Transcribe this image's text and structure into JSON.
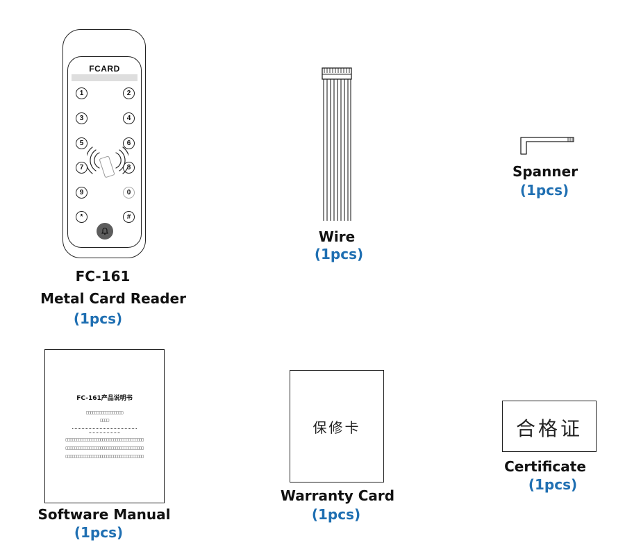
{
  "items": [
    {
      "model": "FC-161",
      "name": "Metal Card Reader",
      "qty": "(1pcs)"
    },
    {
      "name": "Wire",
      "qty": "(1pcs)"
    },
    {
      "name": "Spanner",
      "qty": "(1pcs)"
    },
    {
      "name": "Software Manual",
      "qty": "(1pcs)"
    },
    {
      "name": "Warranty Card",
      "qty": "(1pcs)"
    },
    {
      "name": "Certificate",
      "qty": "(1pcs)"
    }
  ],
  "reader": {
    "brand": "FCARD",
    "keys": [
      "1",
      "2",
      "3",
      "4",
      "5",
      "6",
      "7",
      "8",
      "9",
      "0",
      "*",
      "#"
    ]
  },
  "manual": {
    "title": "FC-161产品说明书",
    "line1": "□□□□□□□□□□□□□□□□□",
    "line2": "□□□□",
    "body": [
      "□□□□□□□□□□□□□□□□□□□□□□□□□□□□□□□□□□□□",
      "□□□□□□□□□□□□□□□□□□□□□□□□□□□□□□□□□□□□",
      "□□□□□□□□□□□□□□□□□□□□□□□□□□□□□□□□□□□□"
    ]
  },
  "warranty_card": {
    "text": "保修卡"
  },
  "certificate": {
    "text": "合格证"
  },
  "colors": {
    "qty": "#1f6fb2",
    "stroke": "#222222",
    "button": "#5d5d5d"
  }
}
